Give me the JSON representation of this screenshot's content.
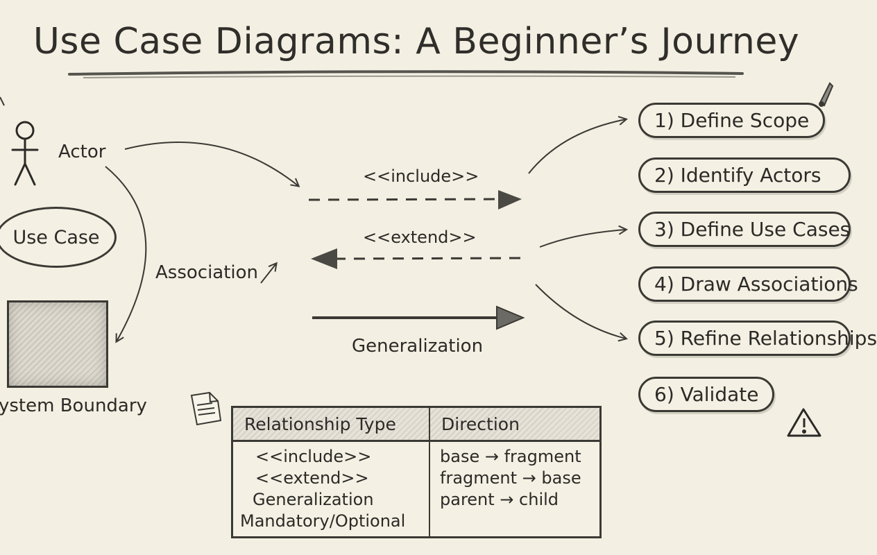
{
  "title": "Use Case Diagrams: A Beginner’s Journey",
  "legend": {
    "actor": "Actor",
    "use_case": "Use Case",
    "association": "Association",
    "system_boundary": "ystem Boundary"
  },
  "relationships": {
    "include": "<<include>>",
    "extend": "<<extend>>",
    "generalization": "Generalization"
  },
  "steps": [
    "1) Define Scope",
    "2) Identify Actors",
    "3) Define Use Cases",
    "4) Draw Associations",
    "5) Refine Relationships",
    "6) Validate"
  ],
  "table": {
    "headers": [
      "Relationship Type",
      "Direction"
    ],
    "types": [
      "<<include>>",
      "<<extend>>",
      "Generalization",
      "Mandatory/Optional"
    ],
    "directions": [
      "base → fragment",
      "fragment → base",
      "parent → child"
    ]
  },
  "icons": [
    "document-icon",
    "warning-icon",
    "pencil-icon",
    "stick-figure-icon"
  ],
  "colors": {
    "paper": "#f3efe2",
    "ink": "#2b2a27"
  }
}
